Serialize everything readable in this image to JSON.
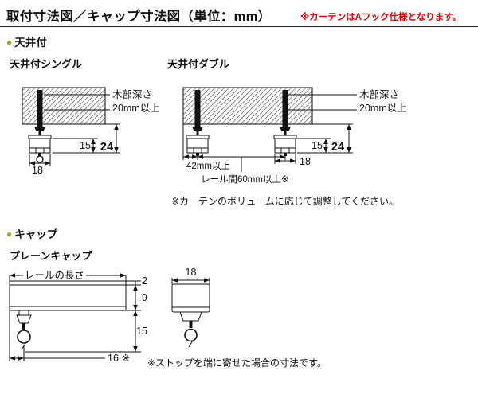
{
  "ui": {
    "bullet": "●"
  },
  "header": {
    "title": "取付寸法図／キャップ寸法図（単位：mm）",
    "note": "※カーテンはAフック仕様となります。"
  },
  "colors": {
    "note_red": "#d90000",
    "bullet_olive": "#a0a035",
    "line": "#111111"
  },
  "sections": {
    "ceiling": {
      "heading": "天井付",
      "single": {
        "title": "天井付シングル",
        "wood_depth_line1": "木部深さ",
        "wood_depth_line2": "20mm以上",
        "dim_15": "15",
        "dim_24": "24",
        "dim_18": "18"
      },
      "double": {
        "title": "天井付ダブル",
        "wood_depth_line1": "木部深さ",
        "wood_depth_line2": "20mm以上",
        "dim_15": "15",
        "dim_24": "24",
        "dim_18": "18",
        "dim_42": "42mm以上",
        "dim_rail_gap": "レール間60mm以上※",
        "note": "※カーテンのボリュームに応じて調整してください。"
      }
    },
    "cap": {
      "heading": "キャップ",
      "subtitle": "プレーンキャップ",
      "side_view": {
        "rail_length_label": "レールの長さ",
        "dim_2": "2",
        "dim_9": "9",
        "dim_15": "15",
        "dim_16": "16 ※"
      },
      "front_view": {
        "dim_18": "18"
      },
      "note": "※ストップを端に寄せた場合の寸法です。"
    }
  }
}
